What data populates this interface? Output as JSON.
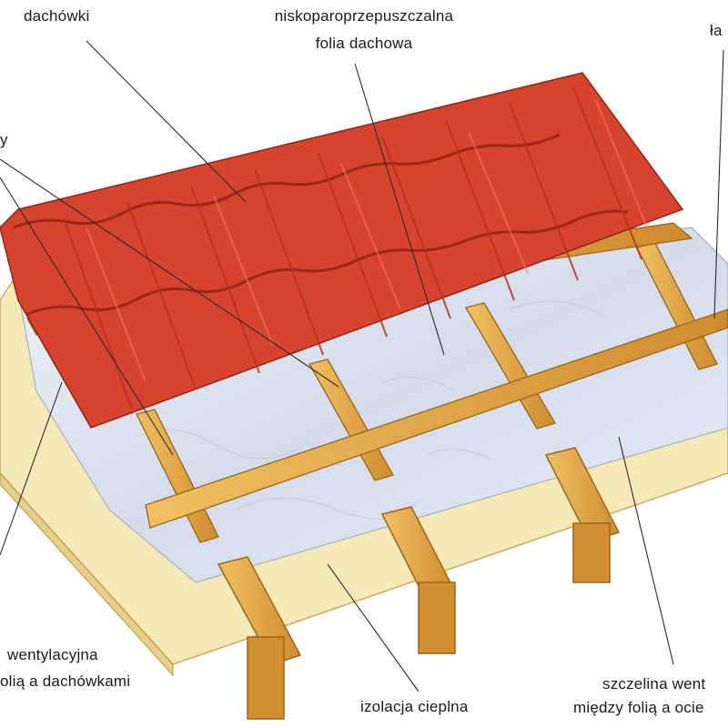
{
  "labels": {
    "roof_tiles": "dachówki",
    "vapour_foil_line1": "niskoparoprzepuszczalna",
    "vapour_foil_line2": "folia dachowa",
    "battens_clipped": "ła",
    "counter_battens_clipped": "y",
    "vent_gap_left_line1": "wentylacyjna",
    "vent_gap_left_line2": "olią a dachówkami",
    "insulation": "izolacja cieplna",
    "vent_gap_right_line1": "szczelina went",
    "vent_gap_right_line2": "między folią a ocie"
  },
  "colors": {
    "tile_red": "#d8412c",
    "tile_dark": "#a92a1c",
    "timber": "#e3a94a",
    "timber_dark": "#b97a23",
    "board_cream": "#f4e7b4",
    "foil_blue": "#dde4ef",
    "leader_line": "#2a2a2a"
  }
}
